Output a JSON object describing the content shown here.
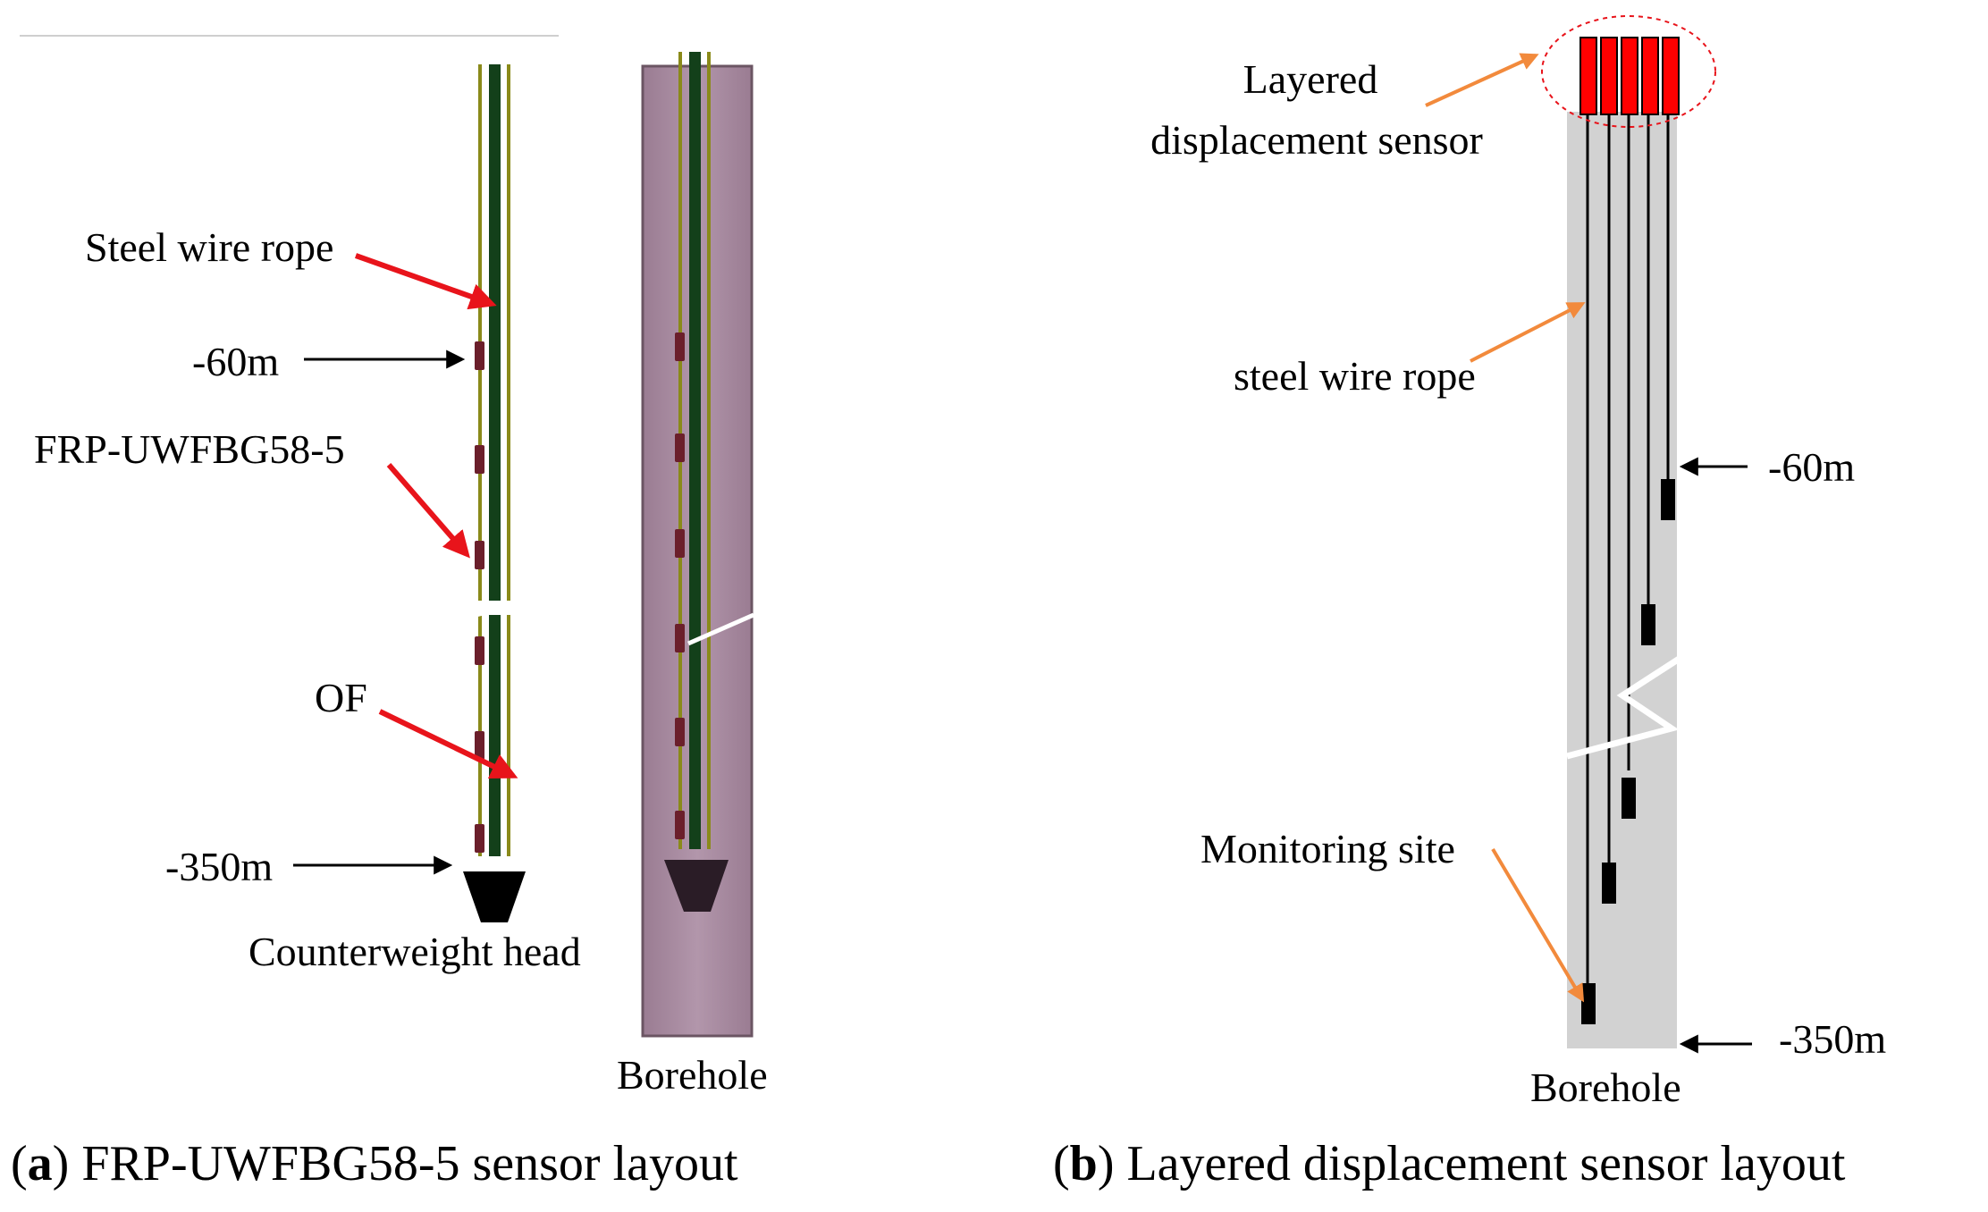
{
  "panel_a": {
    "labels": {
      "steel_wire_rope": "Steel wire rope",
      "depth_top": "-60m",
      "sensor_name": "FRP-UWFBG58-5",
      "of": "OF",
      "depth_bottom": "-350m",
      "counterweight": "Counterweight head",
      "borehole": "Borehole"
    },
    "caption": {
      "letter": "a",
      "text": "FRP-UWFBG58-5 sensor layout"
    }
  },
  "panel_b": {
    "labels": {
      "sensor_line1": "Layered",
      "sensor_line2": "displacement sensor",
      "steel_wire_rope": "steel wire rope",
      "depth_top": "-60m",
      "monitoring_site": "Monitoring site",
      "depth_bottom": "-350m",
      "borehole": "Borehole"
    },
    "caption": {
      "letter": "b",
      "text": "Layered displacement sensor layout"
    }
  },
  "colors": {
    "annotation_arrow": "#e8141b",
    "orange_arrow": "#f28a3c",
    "steel_rope": "#13401a",
    "fiber_line": "#8a8a1a",
    "grating": "#6b1f2b",
    "borehole_a": "#a98aa0",
    "borehole_b": "#d2d2d2",
    "sensor_head": "#ff0000"
  }
}
